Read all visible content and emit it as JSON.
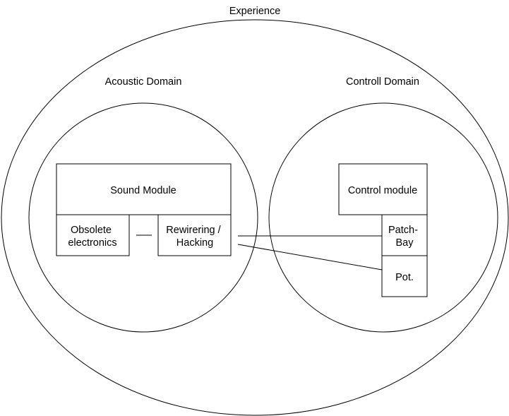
{
  "experience": {
    "label": "Experience"
  },
  "acoustic_domain": {
    "label": "Acoustic Domain",
    "sound_module": "Sound Module",
    "obsolete_electronics": [
      "Obsolete",
      "electronics"
    ],
    "rewirering": [
      "Rewirering /",
      "Hacking"
    ]
  },
  "control_domain": {
    "label": "Controll Domain",
    "control_module": "Control module",
    "patch_bay": [
      "Patch-",
      "Bay"
    ],
    "pot": "Pot."
  }
}
